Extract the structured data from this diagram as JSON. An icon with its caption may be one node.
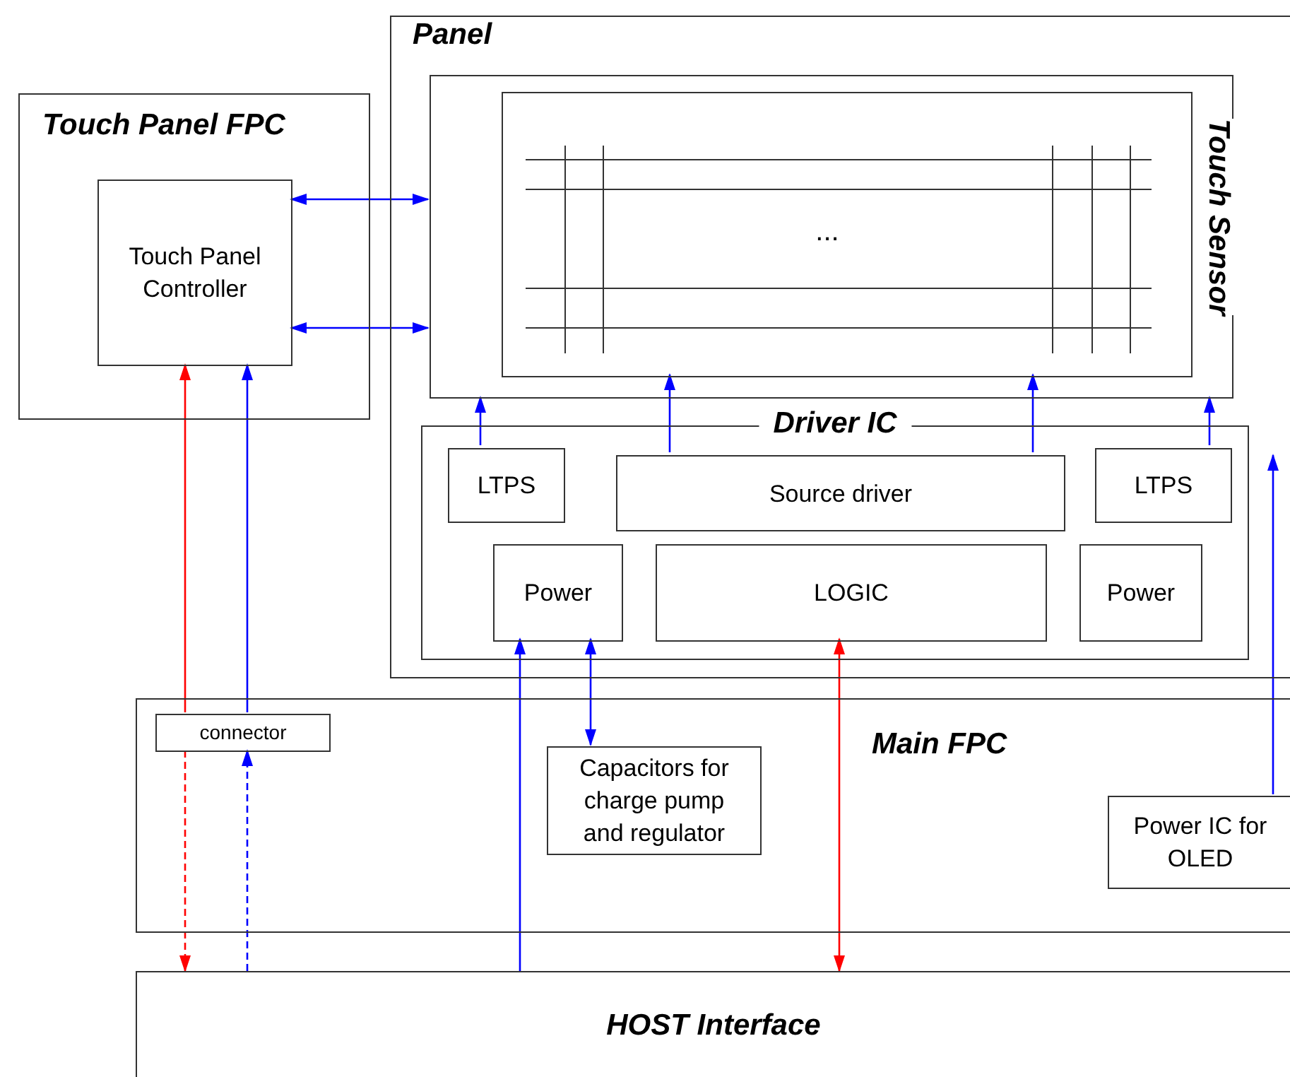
{
  "diagram": {
    "nodes": [
      {
        "text": [
          "Touch Panel  FPC"
        ]
      },
      {
        "text": [
          "Touch Panel Controller"
        ],
        "in": 0
      },
      {
        "text": [
          "Panel"
        ]
      },
      {
        "text": [
          "Touch Sensor"
        ],
        "in": 2
      },
      {
        "text": [
          "..."
        ],
        "in": 3
      },
      {
        "text": [
          "Driver IC"
        ],
        "in": 2
      },
      {
        "text": [
          "LTPS"
        ],
        "in": 5
      },
      {
        "text": [
          "Source driver"
        ],
        "in": 5
      },
      {
        "text": [
          "LTPS"
        ],
        "in": 5
      },
      {
        "text": [
          "Power"
        ],
        "in": 5
      },
      {
        "text": [
          "LOGIC"
        ],
        "in": 5
      },
      {
        "text": [
          "Power"
        ],
        "in": 5
      },
      {
        "text": [
          "Main FPC"
        ]
      },
      {
        "text": [
          "connector"
        ],
        "in": 12
      },
      {
        "text": [
          "Capacitors for charge pump and regulator"
        ],
        "in": 12
      },
      {
        "text": [
          "Power IC for OLED"
        ],
        "in": 12
      },
      {
        "text": [
          "HOST Interface"
        ]
      }
    ],
    "edges": [
      {
        "from": 1,
        "to": 3,
        "arrow": "both"
      },
      {
        "from": 1,
        "to": 3,
        "arrow": "both"
      },
      {
        "from": 6,
        "to": 3,
        "arrow": "to"
      },
      {
        "from": 7,
        "to": 4,
        "arrow": "to"
      },
      {
        "from": 7,
        "to": 4,
        "arrow": "to"
      },
      {
        "from": 8,
        "to": 3,
        "arrow": "to"
      },
      {
        "from": 15,
        "to": 2,
        "arrow": "to"
      },
      {
        "from": 16,
        "to": 9,
        "arrow": "to"
      },
      {
        "from": 9,
        "to": 14,
        "arrow": "both"
      },
      {
        "from": 10,
        "to": 16,
        "arrow": "both",
        "color": "#ff0000"
      },
      {
        "from": 13,
        "to": 1,
        "arrow": "to",
        "color": "#ff0000"
      },
      {
        "from": 13,
        "to": 16,
        "arrow": "to",
        "color": "#ff0000",
        "style": "dashed"
      },
      {
        "from": 13,
        "to": 1,
        "arrow": "to"
      },
      {
        "from": 16,
        "to": 13,
        "arrow": "to",
        "style": "dashed"
      }
    ]
  }
}
